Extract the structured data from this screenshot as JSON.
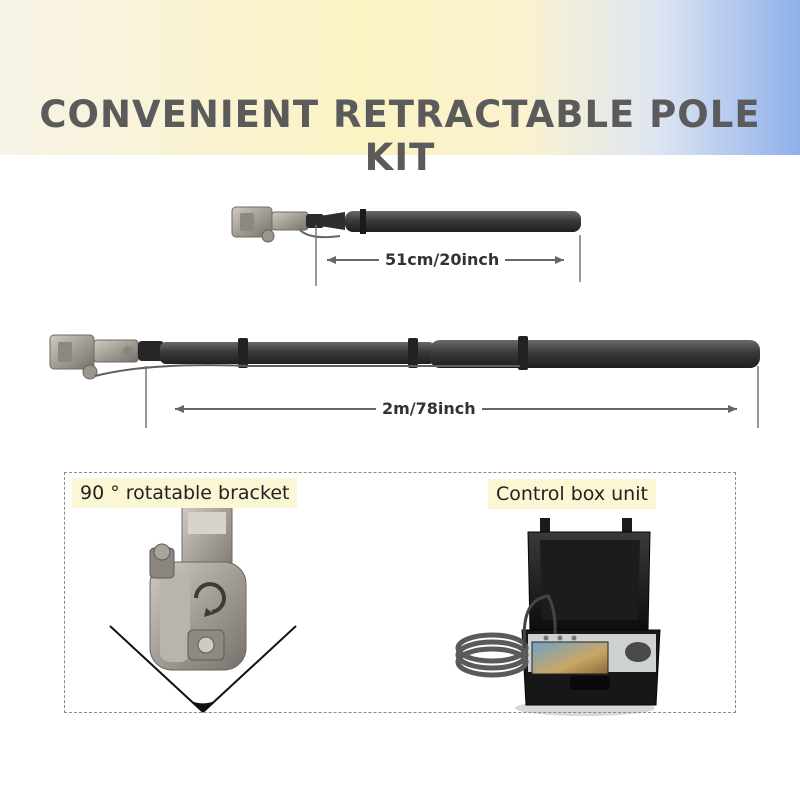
{
  "title": "CONVENIENT RETRACTABLE POLE KIT",
  "retracted": {
    "length_label": "51cm/20inch"
  },
  "extended": {
    "length_label": "2m/78inch"
  },
  "features": {
    "bracket_label": "90 °  rotatable bracket",
    "control_label": "Control box unit"
  },
  "colors": {
    "title_text": "#5b5b5b",
    "pole": "#3a3a3a",
    "metal": "#a9a49c",
    "label_bg": "#fbf6d4"
  }
}
